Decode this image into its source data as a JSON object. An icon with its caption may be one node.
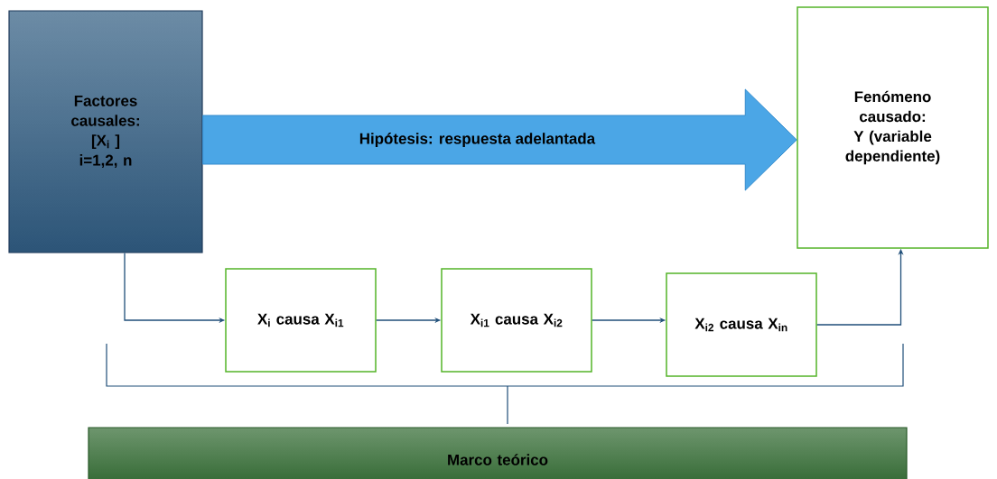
{
  "diagram": {
    "nodes": [
      {
        "text": [
          "Factores causales: [X$_{i}$ ] i=1,2, n"
        ]
      },
      {
        "text": [
          "Fenómeno causado: Y (variable dependiente)"
        ]
      },
      {
        "text": [
          "X$_{i}$ causa X$_{i1}$"
        ]
      },
      {
        "text": [
          "X$_{i1}$ causa X$_{i2}$"
        ]
      },
      {
        "text": [
          "X$_{i2}$ causa X$_{in}$"
        ]
      },
      {
        "text": [
          "Marco teórico"
        ]
      }
    ],
    "edges": [
      {
        "from": 0,
        "to": 1,
        "arrow": "to",
        "label": "Hipótesis: respuesta adelantada",
        "style": "thick",
        "color": "#4ba6e6"
      },
      {
        "from": 0,
        "to": 2,
        "arrow": "to"
      },
      {
        "from": 2,
        "to": 3,
        "arrow": "to"
      },
      {
        "from": 3,
        "to": 4,
        "arrow": "to"
      },
      {
        "from": 4,
        "to": 1,
        "arrow": "to"
      }
    ]
  }
}
